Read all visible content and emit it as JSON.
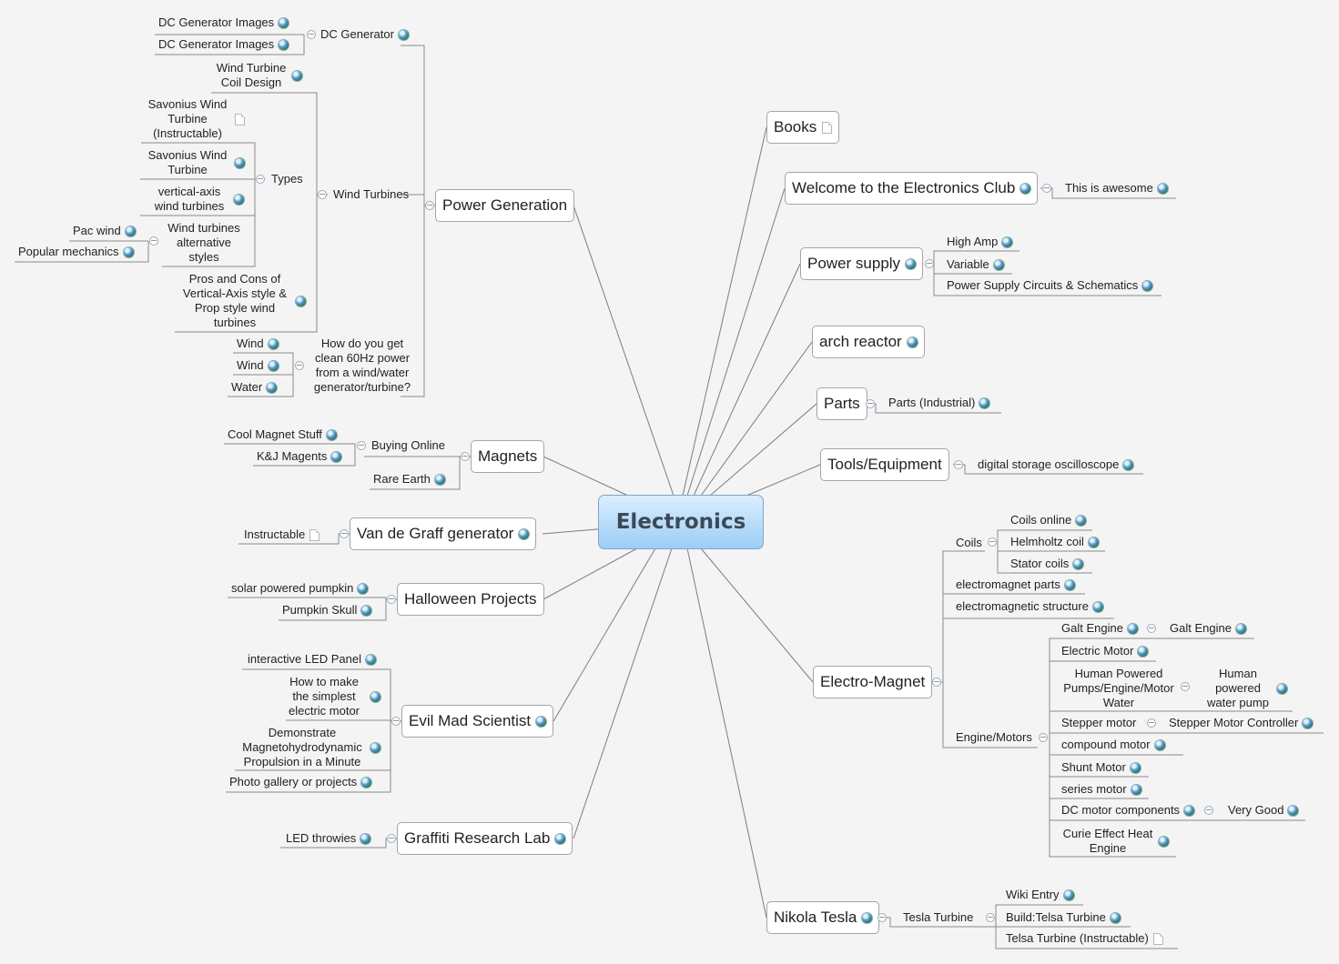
{
  "center": "Electronics",
  "left": {
    "power_generation": "Power Generation",
    "dc_generator": "DC Generator",
    "dc_generator_images_1": "DC Generator Images",
    "dc_generator_images_2": "DC Generator Images",
    "wind_turbines": "Wind Turbines",
    "wind_turbine_coil": "Wind Turbine Coil Design",
    "types": "Types",
    "savonius_instructable": "Savonius Wind Turbine (Instructable)",
    "savonius": "Savonius Wind Turbine",
    "vertical_axis": "vertical-axis wind turbines",
    "alt_styles": "Wind turbines alternative styles",
    "pac_wind": "Pac wind",
    "popular_mechanics": "Popular mechanics",
    "pros_cons": "Pros and Cons of Vertical-Axis style & Prop style wind turbines",
    "clean_power": "How do you get clean 60Hz power from a wind/water generator/turbine?",
    "wind_1": "Wind",
    "wind_2": "Wind",
    "water": "Water",
    "magnets": "Magnets",
    "buying_online": "Buying Online",
    "cool_magnet": "Cool Magnet Stuff",
    "kj_magents": "K&J Magents",
    "rare_earth": "Rare Earth",
    "van_de_graff": "Van de Graff generator",
    "instructable": "Instructable",
    "halloween": "Halloween Projects",
    "solar_pumpkin": "solar powered pumpkin",
    "pumpkin_skull": "Pumpkin Skull",
    "evil_mad": "Evil Mad Scientist",
    "led_panel": "interactive LED Panel",
    "simple_motor": "How to make the simplest electric motor",
    "mhd": "Demonstrate Magnetohydrodynamic Propulsion in a Minute",
    "photo_gallery": "Photo gallery or projects",
    "graffiti": "Graffiti Research Lab",
    "led_throwies": "LED throwies"
  },
  "right": {
    "books": "Books",
    "welcome": "Welcome to the Electronics Club",
    "awesome": "This is awesome",
    "power_supply": "Power supply",
    "high_amp": "High Amp",
    "variable": "Variable",
    "ps_circuits": "Power Supply Circuits & Schematics",
    "arch_reactor": "arch reactor",
    "parts": "Parts",
    "parts_industrial": "Parts (Industrial)",
    "tools": "Tools/Equipment",
    "oscilloscope": "digital storage oscilloscope",
    "electro_magnet": "Electro-Magnet",
    "coils": "Coils",
    "coils_online": "Coils online",
    "helmholtz": "Helmholtz coil",
    "stator": "Stator coils",
    "em_parts": "electromagnet parts",
    "em_structure": "electromagnetic structure",
    "engine_motors": "Engine/Motors",
    "galt_engine": "Galt Engine",
    "galt_engine_2": "Galt Engine",
    "electric_motor": "Electric Motor",
    "human_pumps": "Human Powered Pumps/Engine/Motor Water",
    "human_water_pump": "Human powered water pump",
    "stepper": "Stepper motor",
    "stepper_controller": "Stepper Motor Controller",
    "compound": "compound motor",
    "shunt": "Shunt Motor",
    "series": "series motor",
    "dc_components": "DC motor components",
    "very_good": "Very Good",
    "curie": "Curie Effect Heat Engine",
    "nikola": "Nikola Tesla",
    "tesla_turbine": "Tesla Turbine",
    "wiki": "Wiki Entry",
    "build_tesla": "Build:Telsa Turbine",
    "tesla_instructable": "Telsa Turbine (Instructable)"
  }
}
